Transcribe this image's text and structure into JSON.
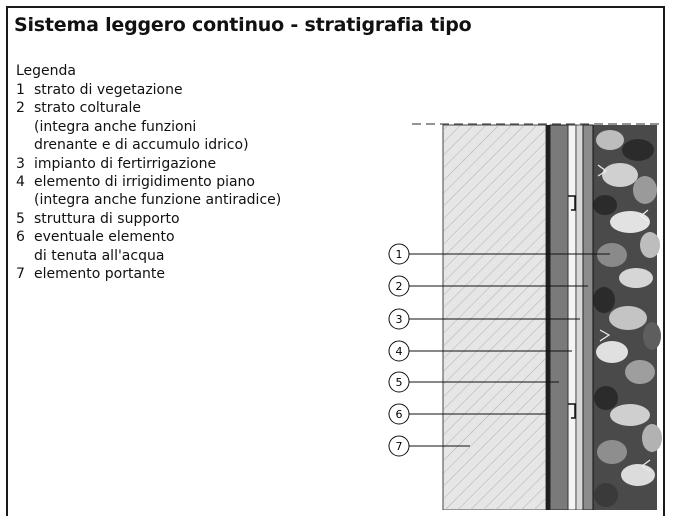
{
  "title": "Sistema leggero continuo - stratigrafia tipo",
  "legend": {
    "heading": "Legenda",
    "items": [
      {
        "num": "1",
        "text": "strato di vegetazione"
      },
      {
        "num": "2",
        "text": "strato colturale\n(integra anche funzioni\ndrenante e di accumulo idrico)"
      },
      {
        "num": "3",
        "text": "impianto di fertirrigazione"
      },
      {
        "num": "4",
        "text": "elemento di irrigidimento piano\n(integra anche funzione antiradice)"
      },
      {
        "num": "5",
        "text": "struttura di supporto"
      },
      {
        "num": "6",
        "text": "eventuale elemento\ndi tenuta all'acqua"
      },
      {
        "num": "7",
        "text": "elemento portante"
      }
    ]
  },
  "markers": [
    "1",
    "2",
    "3",
    "4",
    "5",
    "6",
    "7"
  ],
  "colors": {
    "frame": "#1a1a1a",
    "wall_fill": "#e6e6e6",
    "hatch": "#b0b0b0",
    "support_layer": "#3a3a3a",
    "cultural_layer": "#8c8c8c",
    "vegetation_dark": "#2b2b2b",
    "vegetation_light": "#c8c8c8"
  }
}
